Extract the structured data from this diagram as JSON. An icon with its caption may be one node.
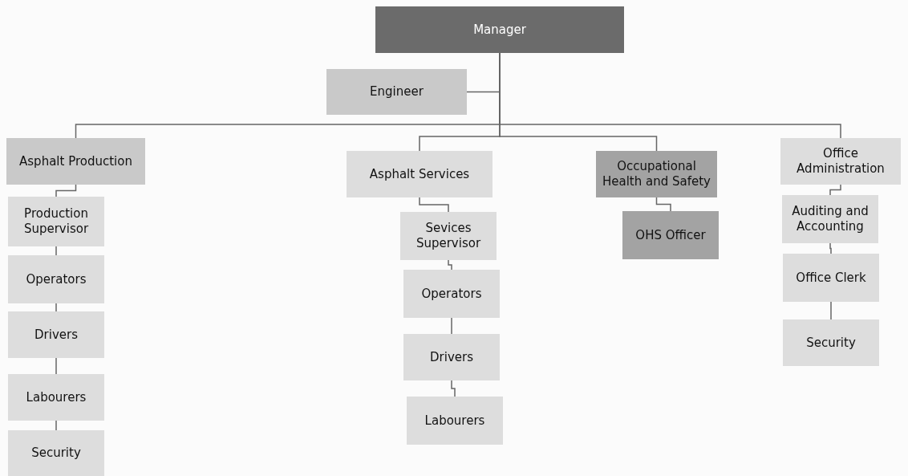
{
  "diagram": {
    "nodes": [
      {
        "text": [
          "Manager"
        ]
      },
      {
        "text": [
          "Engineer"
        ]
      },
      {
        "text": [
          "Asphalt Production"
        ]
      },
      {
        "text": [
          "Asphalt Services"
        ]
      },
      {
        "text": [
          "Occupational Health and Safety"
        ]
      },
      {
        "text": [
          "Office Administration"
        ]
      },
      {
        "text": [
          "Production Supervisor"
        ]
      },
      {
        "text": [
          "Operators"
        ]
      },
      {
        "text": [
          "Drivers"
        ]
      },
      {
        "text": [
          "Labourers"
        ]
      },
      {
        "text": [
          "Security"
        ]
      },
      {
        "text": [
          "Sevices Supervisor"
        ]
      },
      {
        "text": [
          "Operators"
        ]
      },
      {
        "text": [
          "Drivers"
        ]
      },
      {
        "text": [
          "Labourers"
        ]
      },
      {
        "text": [
          "OHS Officer"
        ]
      },
      {
        "text": [
          "Auditing and Accounting"
        ]
      },
      {
        "text": [
          "Office Clerk"
        ]
      },
      {
        "text": [
          "Security"
        ]
      }
    ],
    "edges": [
      {
        "from": 0,
        "to": 1,
        "arrow": "none"
      },
      {
        "from": 0,
        "to": 2,
        "arrow": "none"
      },
      {
        "from": 0,
        "to": 3,
        "arrow": "none"
      },
      {
        "from": 0,
        "to": 4,
        "arrow": "none"
      },
      {
        "from": 0,
        "to": 5,
        "arrow": "none"
      },
      {
        "from": 2,
        "to": 6,
        "arrow": "none"
      },
      {
        "from": 6,
        "to": 7,
        "arrow": "none"
      },
      {
        "from": 7,
        "to": 8,
        "arrow": "none"
      },
      {
        "from": 8,
        "to": 9,
        "arrow": "none"
      },
      {
        "from": 9,
        "to": 10,
        "arrow": "none"
      },
      {
        "from": 3,
        "to": 11,
        "arrow": "none"
      },
      {
        "from": 11,
        "to": 12,
        "arrow": "none"
      },
      {
        "from": 12,
        "to": 13,
        "arrow": "none"
      },
      {
        "from": 13,
        "to": 14,
        "arrow": "none"
      },
      {
        "from": 4,
        "to": 15,
        "arrow": "none"
      },
      {
        "from": 5,
        "to": 16,
        "arrow": "none"
      },
      {
        "from": 16,
        "to": 17,
        "arrow": "none"
      },
      {
        "from": 17,
        "to": 18,
        "arrow": "none"
      }
    ]
  }
}
